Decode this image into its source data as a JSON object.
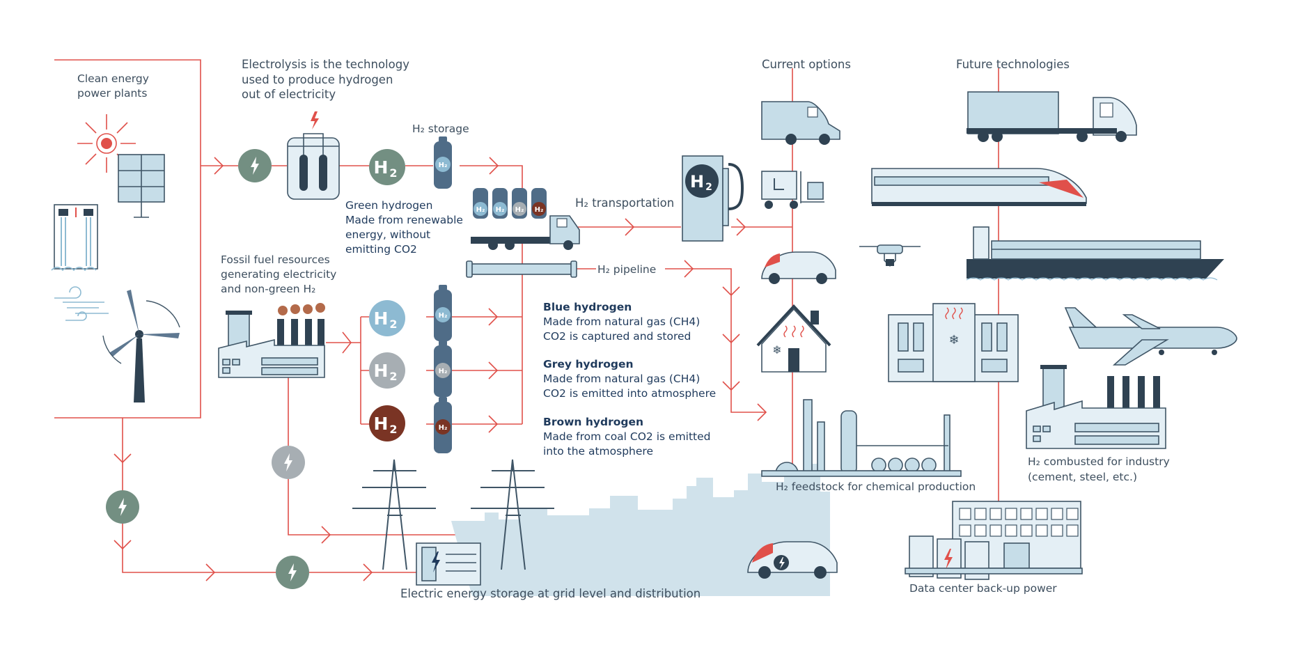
{
  "labels": {
    "clean_energy": [
      "Clean energy",
      "power plants"
    ],
    "electrolysis": [
      "Electrolysis is the technology",
      "used to produce hydrogen",
      "out of electricity"
    ],
    "h2_storage": "H₂ storage",
    "green": [
      "Green hydrogen",
      "Made from renewable",
      "energy, without",
      "emitting CO2"
    ],
    "fossil": [
      "Fossil fuel resources",
      "generating electricity",
      "and non-green H₂"
    ],
    "h2_transportation": "H₂ transportation",
    "h2_pipeline": "H₂ pipeline",
    "blue_title": "Blue hydrogen",
    "blue_desc": [
      "Made from natural gas (CH4)",
      "CO2 is captured and stored"
    ],
    "grey_title": "Grey hydrogen",
    "grey_desc": [
      "Made from natural gas (CH4)",
      "CO2 is emitted into atmosphere"
    ],
    "brown_title": "Brown hydrogen",
    "brown_desc": [
      "Made from coal CO2 is emitted",
      "into the atmosphere"
    ],
    "current_options": "Current options",
    "future_technologies": "Future technologies",
    "feedstock": "H₂ feedstock for chemical production",
    "combusted": [
      "H₂ combusted for industry",
      "(cement, steel, etc.)"
    ],
    "grid_storage": "Electric energy storage at grid level and distribution",
    "data_center": "Data center back-up power"
  },
  "badges": {
    "h2": "H",
    "sub2": "2",
    "tank": "H₂"
  },
  "colors": {
    "flow_line": "#e0504a",
    "electric_badge": "#738f82",
    "electric_badge_grey": "#a7aeb3",
    "electric_badge_dark": "#2f4252",
    "green_h2": "#738f82",
    "blue_h2": "#8dbad2",
    "grey_h2": "#a7aeb3",
    "brown_h2": "#7a3424",
    "tank": "#4f6c87",
    "light_blue": "#c6dde8",
    "outline": "#3f5566"
  },
  "icons": [
    "sun-icon",
    "solar-panel-icon",
    "hydro-dam-icon",
    "wind-icon",
    "wind-turbine-icon",
    "lightning-icon",
    "electrolyzer-icon",
    "h2-tank-icon",
    "tanker-truck-icon",
    "pipeline-icon",
    "factory-icon",
    "h2-pump-icon",
    "van-icon",
    "forklift-icon",
    "car-icon",
    "house-icon",
    "chemical-plant-icon",
    "semi-truck-icon",
    "train-icon",
    "drone-icon",
    "ship-icon",
    "building-icon",
    "airplane-icon",
    "industry-icon",
    "data-center-icon",
    "power-pylon-icon",
    "battery-storage-icon",
    "electric-car-icon",
    "city-skyline-icon"
  ]
}
